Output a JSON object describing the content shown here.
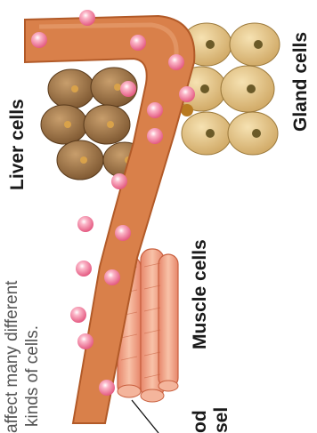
{
  "caption": {
    "line1": "affect many different",
    "line2": "kinds of cells."
  },
  "labels": {
    "liver": "Liver cells",
    "gland": "Gland cells",
    "muscle": "Muscle cells",
    "vessel_line1": "od",
    "vessel_line2": "sel"
  },
  "colors": {
    "vessel": "#d9804a",
    "vessel_edge": "#b25a28",
    "hormone": "#f27a9a",
    "liver_cell": "#9c7448",
    "gland_cell": "#e7c98d",
    "muscle_cell": "#f2a889"
  }
}
